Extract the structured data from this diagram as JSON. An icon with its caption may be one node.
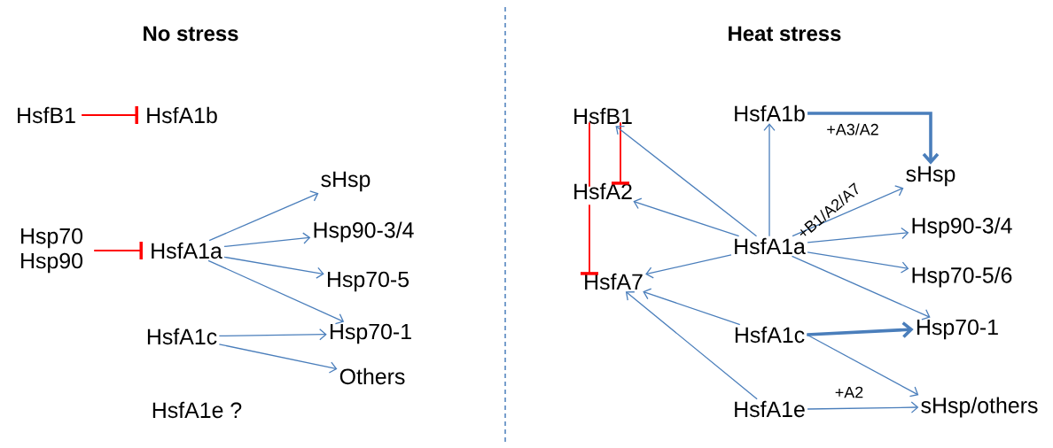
{
  "diagram": {
    "nodes": [
      {
        "text": [
          "HsfB1"
        ]
      },
      {
        "text": [
          "HsfA1b"
        ]
      },
      {
        "text": [
          "Hsp70 Hsp90"
        ]
      },
      {
        "text": [
          "HsfA1a"
        ]
      },
      {
        "text": [
          "HsfA1c"
        ]
      },
      {
        "text": [
          "HsfA1e ?"
        ]
      },
      {
        "text": [
          "sHsp"
        ]
      },
      {
        "text": [
          "Hsp90-3/4"
        ]
      },
      {
        "text": [
          "Hsp70-5"
        ]
      },
      {
        "text": [
          "Hsp70-1"
        ]
      },
      {
        "text": [
          "Others"
        ]
      },
      {
        "text": [
          "HsfB1"
        ]
      },
      {
        "text": [
          "HsfA2"
        ]
      },
      {
        "text": [
          "HsfA7"
        ]
      },
      {
        "text": [
          "HsfA1b"
        ]
      },
      {
        "text": [
          "HsfA1a"
        ]
      },
      {
        "text": [
          "HsfA1c"
        ]
      },
      {
        "text": [
          "HsfA1e"
        ]
      },
      {
        "text": [
          "sHsp"
        ]
      },
      {
        "text": [
          "Hsp90-3/4"
        ]
      },
      {
        "text": [
          "Hsp70-5/6"
        ]
      },
      {
        "text": [
          "Hsp70-1"
        ]
      },
      {
        "text": [
          "sHsp/others"
        ]
      }
    ],
    "edges": [
      {
        "from": 0,
        "to": 1,
        "arrow": "other",
        "color": "#ff0000"
      },
      {
        "from": 2,
        "to": 3,
        "arrow": "other",
        "color": "#ff0000"
      },
      {
        "from": 3,
        "to": 6,
        "arrow": "to"
      },
      {
        "from": 3,
        "to": 7,
        "arrow": "to"
      },
      {
        "from": 3,
        "to": 8,
        "arrow": "to"
      },
      {
        "from": 3,
        "to": 9,
        "arrow": "to"
      },
      {
        "from": 4,
        "to": 9,
        "arrow": "to"
      },
      {
        "from": 4,
        "to": 10,
        "arrow": "to"
      },
      {
        "from": 12,
        "to": 11,
        "arrow": "none",
        "color": "#ff0000"
      },
      {
        "from": 11,
        "to": 12,
        "arrow": "other",
        "color": "#ff0000"
      },
      {
        "from": 12,
        "to": 13,
        "arrow": "other",
        "color": "#ff0000"
      },
      {
        "from": 15,
        "to": 11,
        "arrow": "to"
      },
      {
        "from": 15,
        "to": 12,
        "arrow": "to"
      },
      {
        "from": 15,
        "to": 13,
        "arrow": "to"
      },
      {
        "from": 15,
        "to": 14,
        "arrow": "to"
      },
      {
        "from": 14,
        "to": 18,
        "arrow": "to",
        "label": "+A3/A2",
        "style": "thick"
      },
      {
        "from": 15,
        "to": 18,
        "arrow": "to",
        "label": "+B1/A2/A7"
      },
      {
        "from": 15,
        "to": 19,
        "arrow": "to"
      },
      {
        "from": 15,
        "to": 20,
        "arrow": "to"
      },
      {
        "from": 15,
        "to": 21,
        "arrow": "to"
      },
      {
        "from": 16,
        "to": 13,
        "arrow": "to"
      },
      {
        "from": 17,
        "to": 13,
        "arrow": "to"
      },
      {
        "from": 16,
        "to": 21,
        "arrow": "to",
        "style": "thick"
      },
      {
        "from": 16,
        "to": 22,
        "arrow": "to"
      },
      {
        "from": 17,
        "to": 22,
        "arrow": "to",
        "label": "+A2"
      }
    ],
    "labels": [
      "No stress",
      "Heat stress"
    ]
  }
}
